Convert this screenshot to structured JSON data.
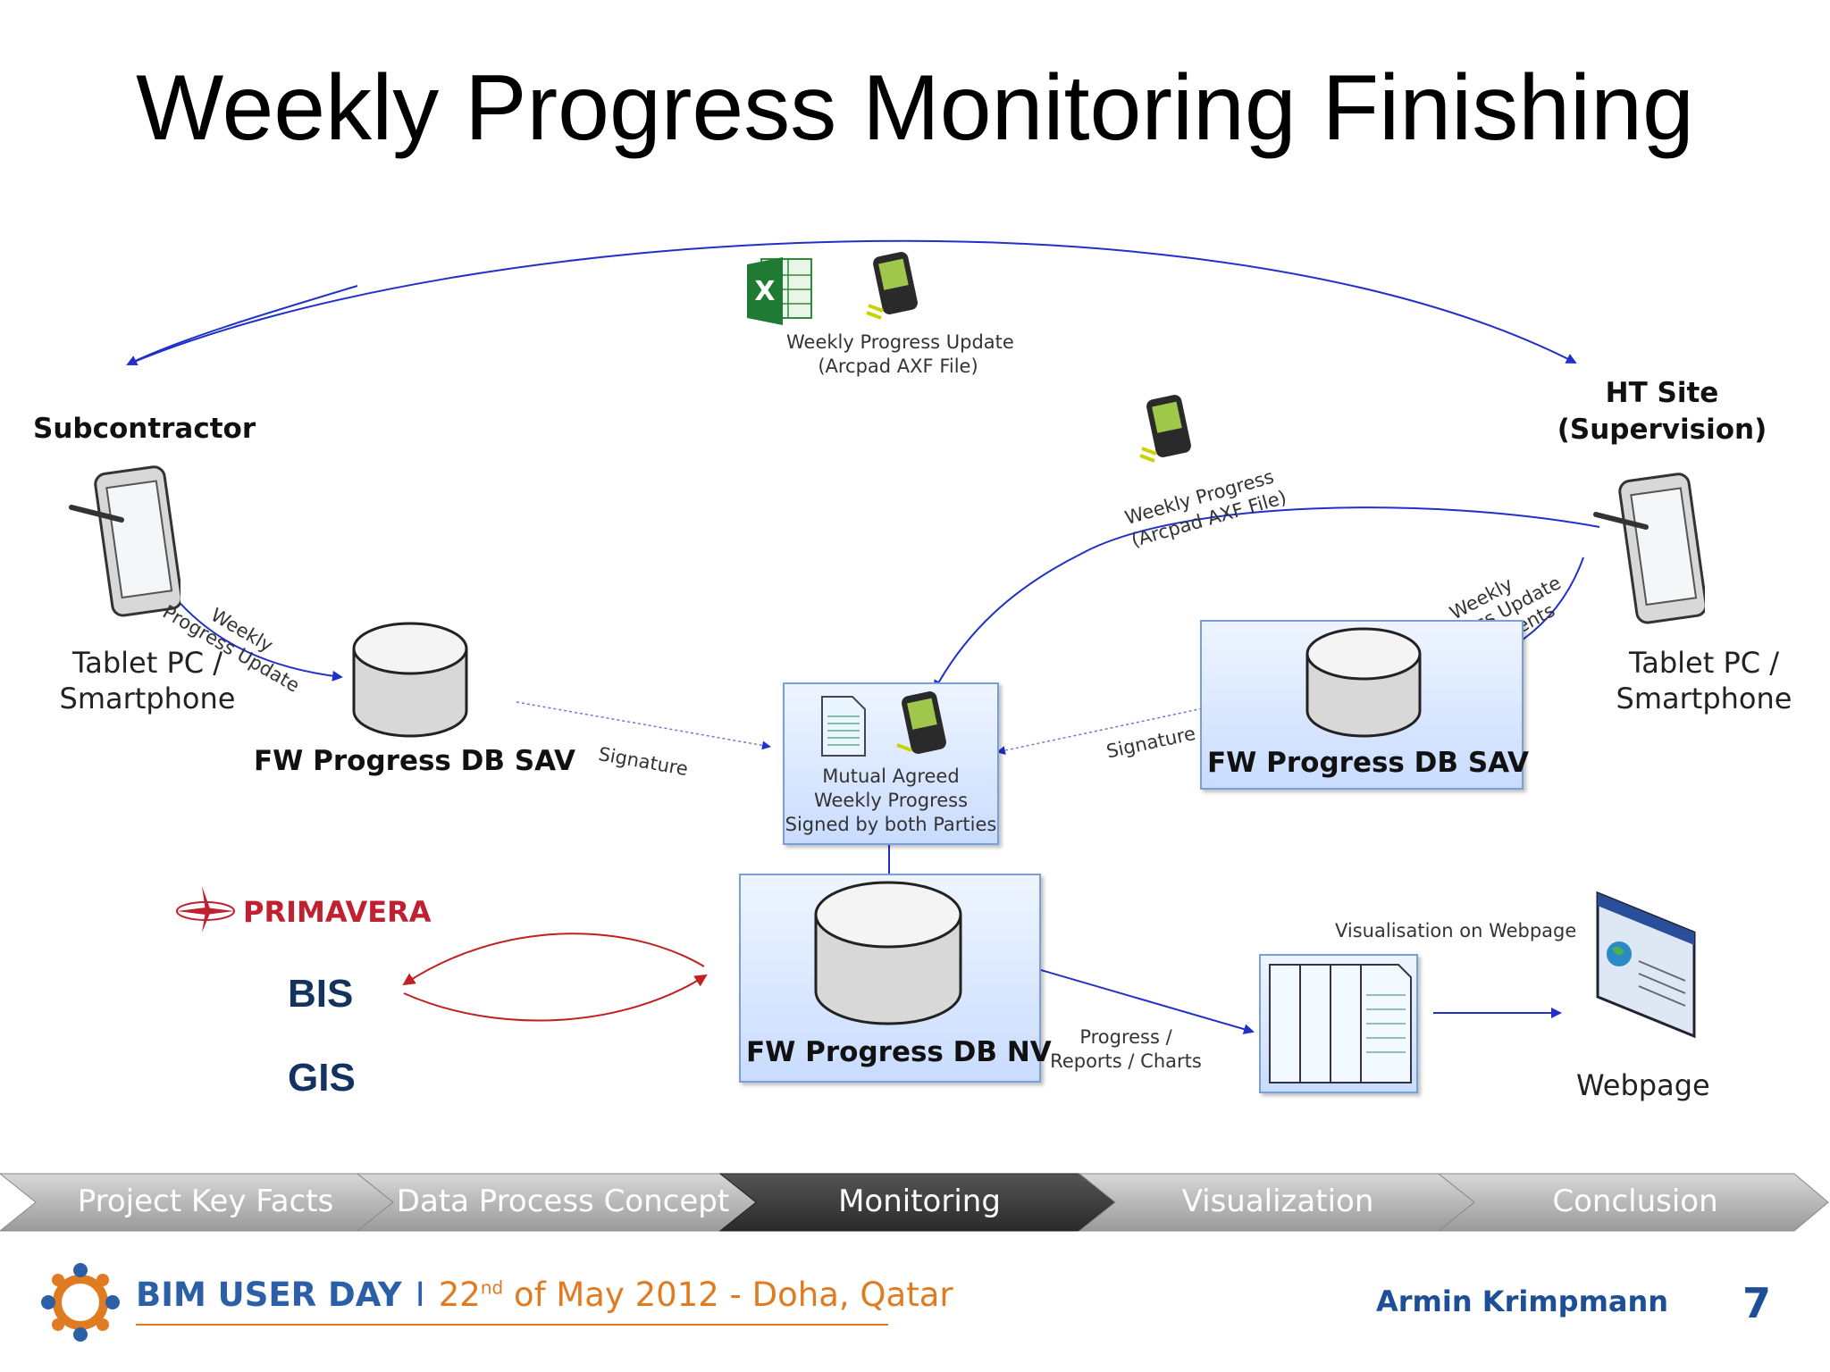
{
  "title": "Weekly Progress Monitoring Finishing",
  "subcontractor": {
    "heading": "Subcontractor",
    "device_label_line1": "Tablet PC /",
    "device_label_line2": "Smartphone",
    "db_label": "FW Progress DB SAV"
  },
  "supervision": {
    "heading_line1": "HT Site",
    "heading_line2": "(Supervision)",
    "device_label_line1": "Tablet PC /",
    "device_label_line2": "Smartphone",
    "db_label": "FW Progress DB SAV"
  },
  "top_exchange": {
    "label_line1": "Weekly Progress Update",
    "label_line2": "(Arcpad AXF File)"
  },
  "right_exchange": {
    "label_line1": "Weekly Progress",
    "label_line2": "(Arcpad AXF File)"
  },
  "left_update": {
    "label_line1": "Weekly",
    "label_line2": "Progress Update"
  },
  "right_update": {
    "label_line1": "Weekly",
    "label_line2": "Progress Update",
    "label_line3": "Adjustments"
  },
  "signature_left": "Signature",
  "signature_right": "Signature",
  "agreement_box": {
    "line1": "Mutual Agreed",
    "line2": "Weekly Progress",
    "line3": "Signed by both Parties"
  },
  "nv_db_label": "FW Progress DB NV",
  "integrations": {
    "primavera": "PRIMAVERA",
    "bis": "BIS",
    "gis": "GIS"
  },
  "reports": {
    "label_line1": "Progress /",
    "label_line2": "Reports / Charts"
  },
  "webpage": {
    "visualisation_label": "Visualisation on Webpage",
    "label": "Webpage"
  },
  "nav": {
    "items": [
      "Project Key Facts",
      "Data Process Concept",
      "Monitoring",
      "Visualization",
      "Conclusion"
    ],
    "active": "Monitoring"
  },
  "footer": {
    "event": "BIM USER DAY",
    "separator": "I",
    "date_prefix": "22",
    "date_sup": "nd",
    "date_suffix": " of May 2012 - Doha, Qatar",
    "author": "Armin Krimpmann",
    "page_number": "7"
  },
  "colors": {
    "arrow_blue": "#2030c8",
    "arrow_red": "#c02020",
    "nav_active": "#3a3a3a",
    "nav_inactive": "#b8b8b8",
    "brand_blue": "#1d4f96",
    "brand_orange": "#e07b22"
  }
}
